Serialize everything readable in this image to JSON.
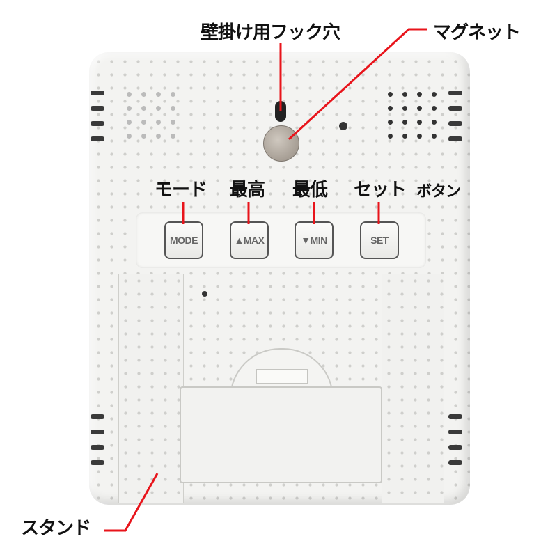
{
  "labels": {
    "hook_hole": "壁掛け用フック穴",
    "magnet": "マグネット",
    "mode": "モード",
    "max": "最高",
    "min": "最低",
    "set": "セット",
    "buttons": "ボタン",
    "stand": "スタンド"
  },
  "device_buttons": {
    "mode": "MODE",
    "max": "▲MAX",
    "min": "▼MIN",
    "set": "SET"
  },
  "colors": {
    "callout_line": "#e8141b",
    "body": "#f3f3f1"
  }
}
